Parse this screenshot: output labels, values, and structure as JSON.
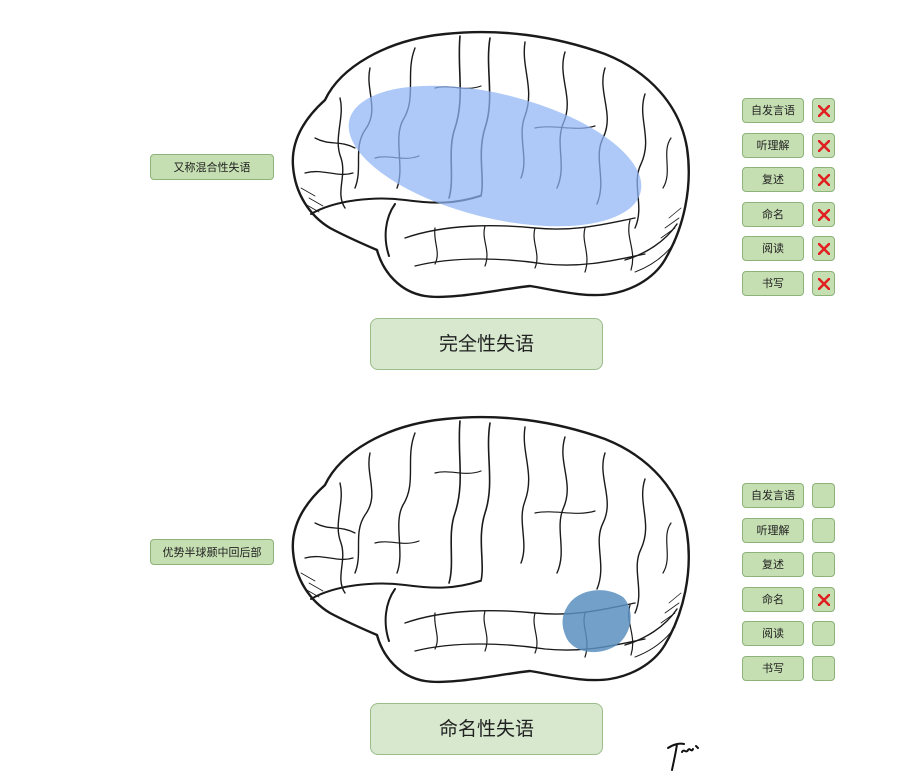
{
  "panels": [
    {
      "title": "完全性失语",
      "side_note": "又称混合性失语",
      "highlight_color": "#8fb4f5",
      "functions": [
        {
          "label": "自发言语",
          "impaired": true
        },
        {
          "label": "听理解",
          "impaired": true
        },
        {
          "label": "复述",
          "impaired": true
        },
        {
          "label": "命名",
          "impaired": true
        },
        {
          "label": "阅读",
          "impaired": true
        },
        {
          "label": "书写",
          "impaired": true
        }
      ]
    },
    {
      "title": "命名性失语",
      "side_note": "优势半球颞中回后部",
      "highlight_color": "#5a8fbf",
      "functions": [
        {
          "label": "自发言语",
          "impaired": false
        },
        {
          "label": "听理解",
          "impaired": false
        },
        {
          "label": "复述",
          "impaired": false
        },
        {
          "label": "命名",
          "impaired": true
        },
        {
          "label": "阅读",
          "impaired": false
        },
        {
          "label": "书写",
          "impaired": false
        }
      ]
    }
  ],
  "colors": {
    "label_fill": "#c5dfb2",
    "title_fill": "#d7e8cf",
    "cross_mark": "#e02020"
  },
  "icons": {
    "impaired": "red-x-icon",
    "illustration": "brain-lateral-view",
    "signature": "artist-signature"
  }
}
